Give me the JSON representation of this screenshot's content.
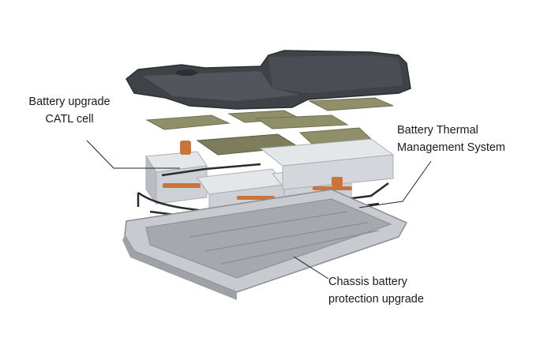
{
  "labels": {
    "cell": {
      "line1": "Battery upgrade",
      "line2": "CATL cell"
    },
    "thermal": {
      "line1": "Battery Thermal",
      "line2": "Management System"
    },
    "chassis": {
      "line1": "Chassis battery",
      "line2": "protection upgrade"
    }
  },
  "colors": {
    "cover": "#3f4348",
    "cover_edge": "#2b2e32",
    "module": "#d9dde1",
    "module_side": "#b8bdc3",
    "pad": "#8f8f6a",
    "copper": "#c8743a",
    "tray": "#c7cace",
    "tray_floor": "#a5a9ae",
    "tube": "#2a2a2a",
    "leader": "#222222"
  }
}
